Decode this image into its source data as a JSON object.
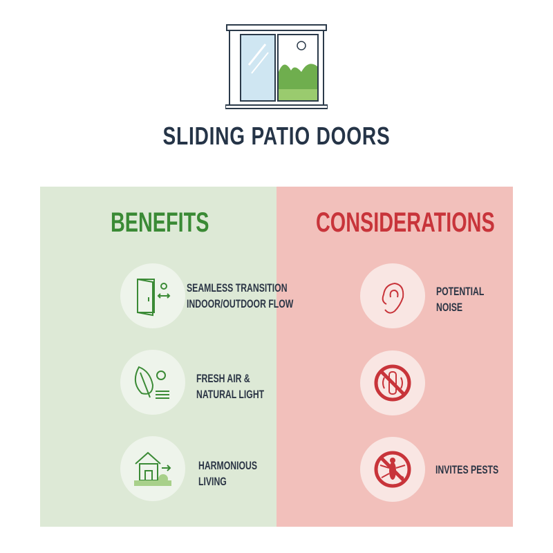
{
  "title": "SLIDING PATIO DOORS",
  "colors": {
    "benefits_bg": "#dde9d6",
    "considerations_bg": "#f2c0bb",
    "benefit_accent": "#3a8a35",
    "consideration_accent": "#c8343a",
    "text": "#253447"
  },
  "benefits": {
    "heading": "BENEFITS",
    "items": [
      {
        "icon": "open-door-icon",
        "line1": "SEAMLESS TRANSITION",
        "line2": "INDOOR/OUTDOOR FLOW"
      },
      {
        "icon": "leaf-sun-icon",
        "line1": "FRESH AIR &",
        "line2": "NATURAL LIGHT"
      },
      {
        "icon": "house-icon",
        "line1": "HARMONIOUS",
        "line2": "LIVING"
      }
    ]
  },
  "considerations": {
    "heading": "CONSIDERATIONS",
    "items": [
      {
        "icon": "ear-icon",
        "line1": "POTENTIAL",
        "line2": "NOISE"
      },
      {
        "icon": "no-vibration-icon",
        "line1": "",
        "line2": ""
      },
      {
        "icon": "no-insect-icon",
        "line1": "INVITES PESTS",
        "line2": ""
      }
    ]
  }
}
